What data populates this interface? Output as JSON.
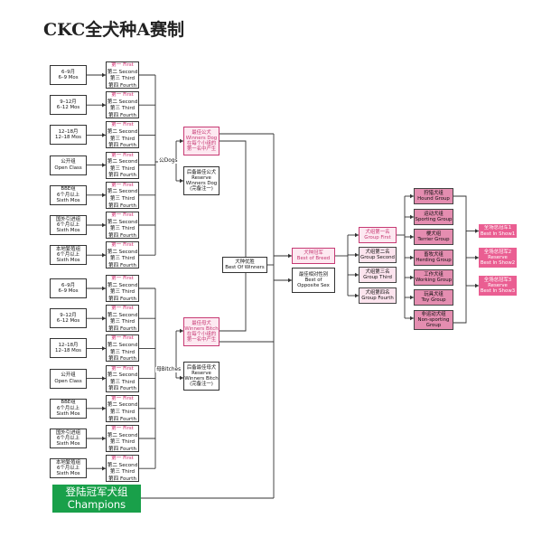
{
  "title": "CKC全犬种A赛制",
  "age_classes": [
    {
      "cn": "6–9月",
      "en": "6–9 Mos"
    },
    {
      "cn": "9–12月",
      "en": "6–12 Mos"
    },
    {
      "cn": "12–18月",
      "en": "12–18 Mos"
    },
    {
      "cn": "公开组",
      "en": "Open Class"
    },
    {
      "cn": "BBE组",
      "lines": [
        "6个月以上",
        "Sixth Mos"
      ]
    },
    {
      "cn": "国外引进组",
      "lines": [
        "6个月以上",
        "Sixth Mos"
      ]
    },
    {
      "cn": "本地繁殖组",
      "lines": [
        "6个月以上",
        "Sixth Mos"
      ]
    }
  ],
  "placings": [
    "第一 First",
    "第二 Second",
    "第三 Third",
    "第四 Fourth"
  ],
  "dogs_label": "公Dogs",
  "bitches_label": "母Bitches",
  "winners_dog": {
    "lines": [
      "最佳公犬",
      "Winners Dog",
      "在每个小组的",
      "第一名中产生"
    ]
  },
  "reserve_dog": {
    "lines": [
      "后备最佳公犬",
      "Reserve",
      "Winners Dog",
      "(完备注一)"
    ]
  },
  "winners_bitch": {
    "lines": [
      "最佳母犬",
      "Winners Bitch",
      "在每个小组的",
      "第一名中产生"
    ]
  },
  "reserve_bitch": {
    "lines": [
      "后备最佳母犬",
      "Reserve",
      "Winners Bitch",
      "(完备注一)"
    ]
  },
  "best_of_winners": {
    "lines": [
      "犬种优胜",
      "Best Of Winners"
    ]
  },
  "best_of_breed": {
    "lines": [
      "犬种冠军",
      "Best of Breed"
    ]
  },
  "best_opposite": {
    "lines": [
      "最佳相对性别",
      "Best of",
      "Opposite Sex"
    ]
  },
  "champions": {
    "lines": [
      "登陆冠军犬组",
      "Champions"
    ]
  },
  "group_places": [
    {
      "lines": [
        "犬组第一名",
        "Group First"
      ],
      "style": "pink"
    },
    {
      "lines": [
        "犬组第二名",
        "Group Second"
      ],
      "style": "mag"
    },
    {
      "lines": [
        "犬组第三名",
        "Group Third"
      ],
      "style": "mag"
    },
    {
      "lines": [
        "犬组第四名",
        "Group Fourth"
      ],
      "style": "mag"
    }
  ],
  "groups": [
    {
      "lines": [
        "狩猎犬组",
        "Hound Group"
      ]
    },
    {
      "lines": [
        "运动犬组",
        "Sporting Group"
      ]
    },
    {
      "lines": [
        "梗犬组",
        "Terrier Group"
      ]
    },
    {
      "lines": [
        "畜牧犬组",
        "Herding Group"
      ]
    },
    {
      "lines": [
        "工作犬组",
        "Working Group"
      ]
    },
    {
      "lines": [
        "玩具犬组",
        "Toy Group"
      ]
    },
    {
      "lines": [
        "非运动犬组",
        "Non-sporting",
        "Group"
      ]
    }
  ],
  "best_in_show": [
    {
      "lines": [
        "全场总冠军1",
        "Best In Show1"
      ]
    },
    {
      "lines": [
        "全场总冠军2",
        "Reserve",
        "Best In Show2"
      ]
    },
    {
      "lines": [
        "全场总冠军3",
        "Reserve",
        "Best In Show3"
      ]
    }
  ],
  "colors": {
    "pink_text": "#c73a74",
    "group_fill": "#e48db0",
    "bis_fill": "#ea5e92",
    "champions_fill": "#19a04a",
    "line": "#333333"
  }
}
